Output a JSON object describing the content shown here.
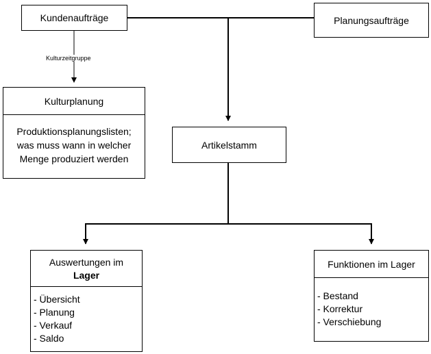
{
  "nodes": {
    "kundenauftraege": "Kundenaufträge",
    "planungsauftraege": "Planungsaufträge",
    "kulturplanung": {
      "title": "Kulturplanung",
      "body": [
        "Produktionsplanungslisten;",
        "was muss wann in welcher",
        "Menge produziert werden"
      ]
    },
    "artikelstamm": "Artikelstamm",
    "auswertungen": {
      "title_line1": "Auswertungen im",
      "title_line2": "Lager",
      "items": [
        "- Übersicht",
        "- Planung",
        "- Verkauf",
        "- Saldo"
      ]
    },
    "funktionen": {
      "title": "Funktionen im Lager",
      "items": [
        "- Bestand",
        "- Korrektur",
        "- Verschiebung"
      ]
    }
  },
  "edges": {
    "kulturzeitgruppe_label": "Kulturzeitgruppe"
  }
}
